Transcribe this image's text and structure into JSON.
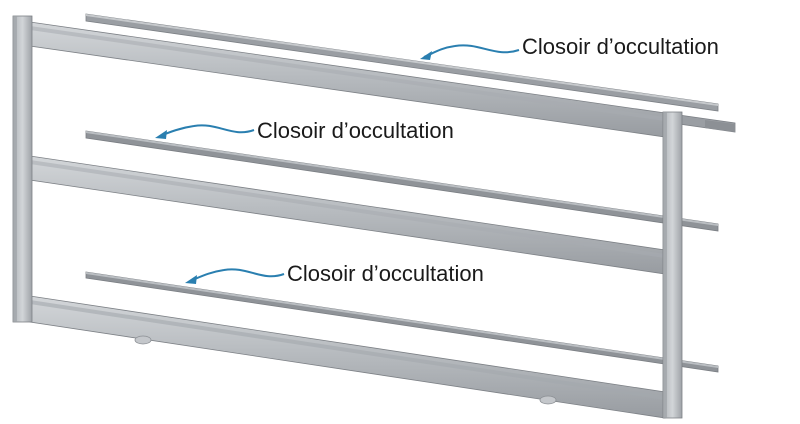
{
  "diagram": {
    "type": "technical-illustration",
    "subject": "railing frame with occultation slats",
    "colors": {
      "frame_light": "#c4c7cb",
      "frame_mid": "#a7abb0",
      "frame_dark": "#8f9398",
      "edge": "#7d8186",
      "slat": "#8a8e93",
      "arrow": "#2a7fb0",
      "text": "#1a1a1a"
    },
    "labels": [
      {
        "text": "Closoir d’occultation"
      },
      {
        "text": "Closoir d’occultation"
      },
      {
        "text": "Closoir d’occultation"
      }
    ]
  }
}
